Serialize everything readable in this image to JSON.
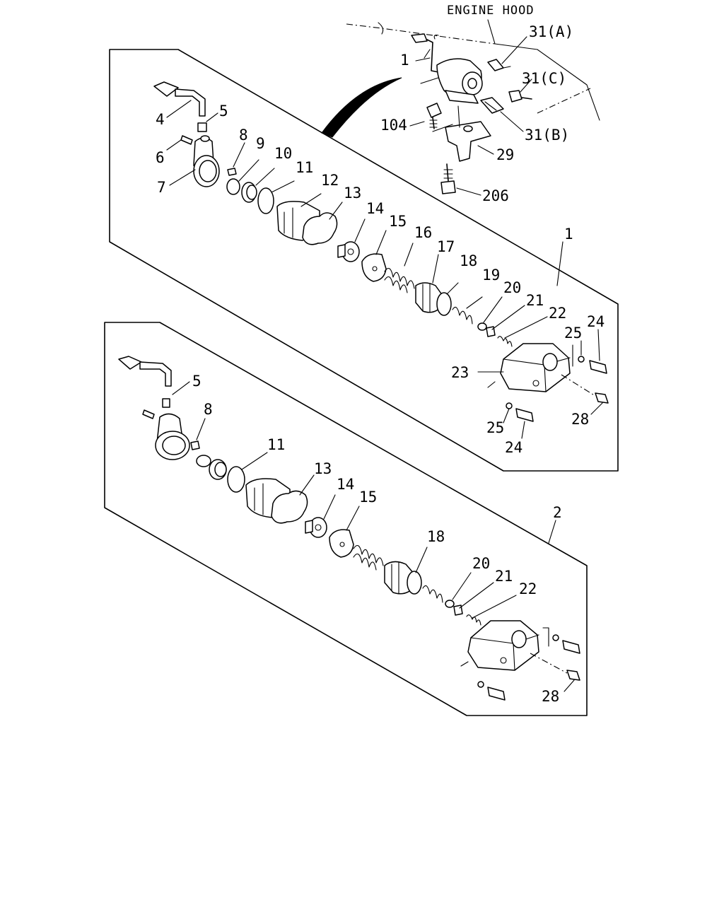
{
  "diagram": {
    "header_label": "ENGINE HOOD",
    "assembly_labels": {
      "asm1": "1",
      "asm2": "2"
    },
    "top_labels": {
      "p1": "1",
      "p31a": "31(A)",
      "p31c": "31(C)",
      "p31b": "31(B)",
      "p104": "104",
      "p29": "29",
      "p206": "206"
    },
    "upper_labels": {
      "p4": "4",
      "p5": "5",
      "p6": "6",
      "p7": "7",
      "p8": "8",
      "p9": "9",
      "p10": "10",
      "p11": "11",
      "p12": "12",
      "p13": "13",
      "p14": "14",
      "p15": "15",
      "p16": "16",
      "p17": "17",
      "p18": "18",
      "p19": "19",
      "p20": "20",
      "p21": "21",
      "p22": "22",
      "p23": "23",
      "p24a": "24",
      "p24b": "24",
      "p25a": "25",
      "p25b": "25",
      "p28": "28"
    },
    "lower_labels": {
      "p5": "5",
      "p8": "8",
      "p11": "11",
      "p13": "13",
      "p14": "14",
      "p15": "15",
      "p18": "18",
      "p20": "20",
      "p21": "21",
      "p22": "22",
      "p28": "28"
    }
  }
}
